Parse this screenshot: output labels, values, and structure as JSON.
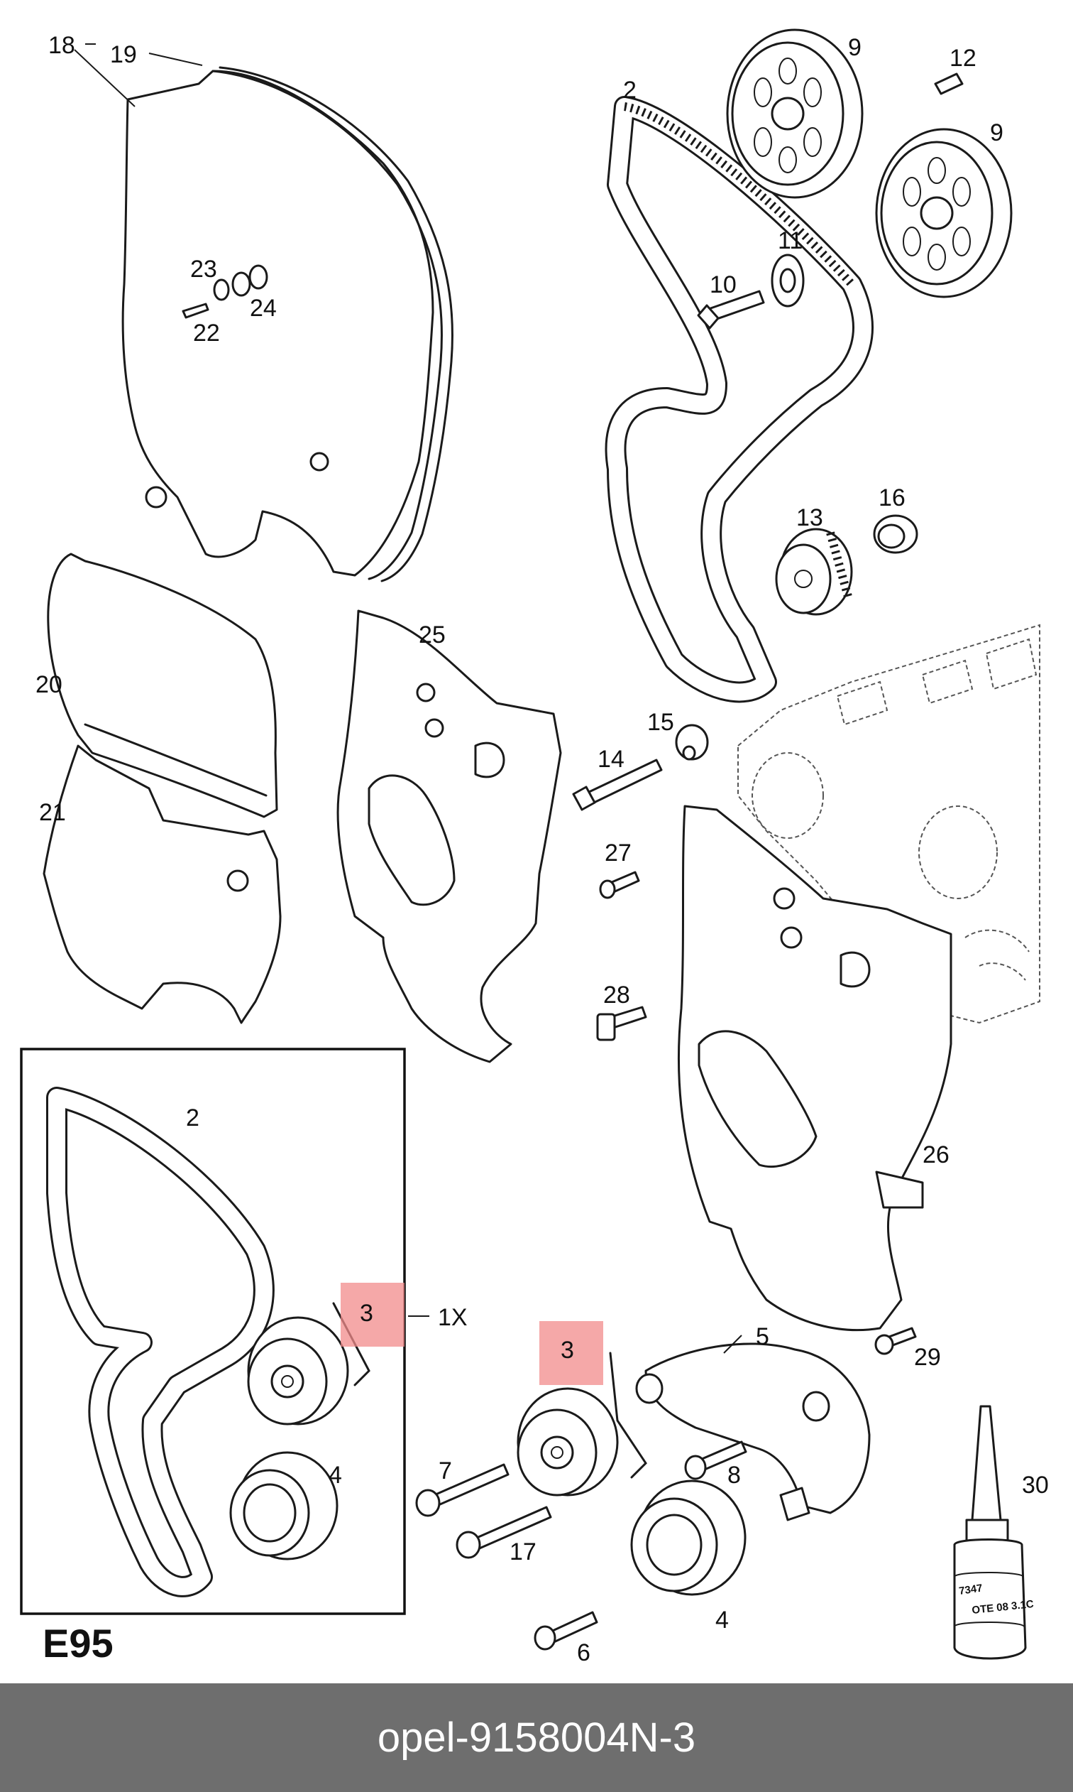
{
  "diagram": {
    "section_code": "E95",
    "quantity_note": "1X",
    "bottle_label": "7347",
    "bottle_sublabel": "OTE 08 3.1C",
    "highlight_color": "#f28b8b",
    "callouts": [
      "18",
      "19",
      "9",
      "12",
      "2",
      "9",
      "23",
      "24",
      "22",
      "11",
      "10",
      "16",
      "13",
      "20",
      "25",
      "15",
      "14",
      "21",
      "27",
      "28",
      "26",
      "2",
      "3",
      "4",
      "3",
      "5",
      "29",
      "7",
      "8",
      "30",
      "17",
      "4",
      "6"
    ]
  },
  "footer": {
    "brand": "opel",
    "separator": "-",
    "part_number": "9158004",
    "ref_prefix": "N",
    "ref_separator": "-",
    "ref_number": "3",
    "background": "#6e6e6e"
  }
}
